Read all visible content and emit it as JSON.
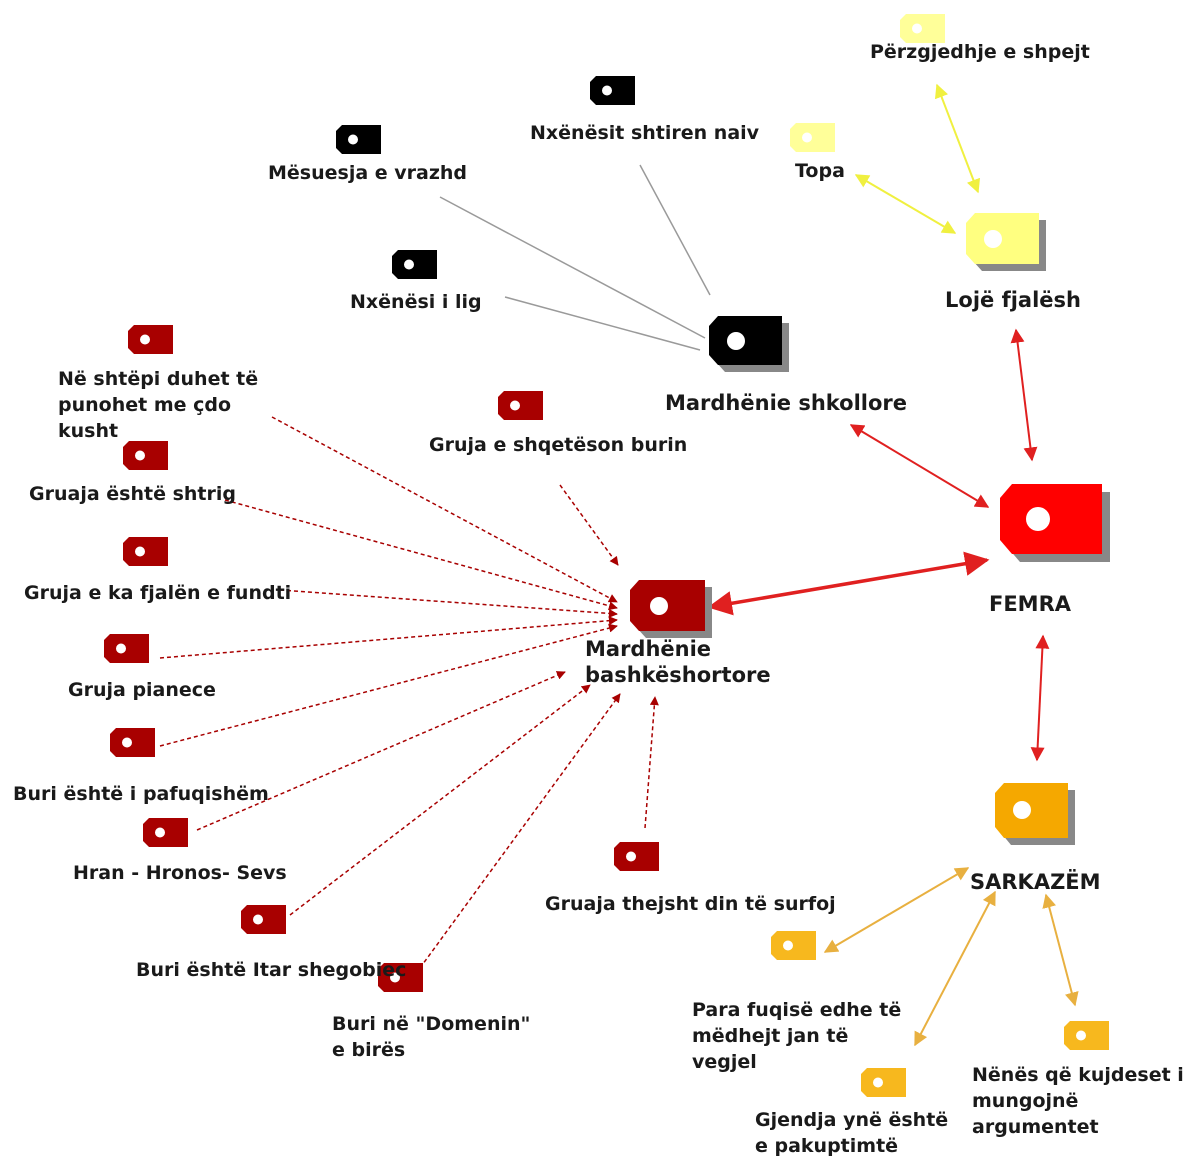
{
  "colors": {
    "red": "#ff0000",
    "dark_red": "#a80000",
    "black": "#000000",
    "yellow": "#ffff80",
    "light_yellow": "#ffff99",
    "orange": "#f5a800",
    "light_orange": "#f7b81e",
    "gray_line": "#9a9a9a",
    "yellow_arrow": "#f0f040",
    "orange_arrow": "#e8b040",
    "red_arrow": "#e02020"
  },
  "icon": "tag-icon",
  "nodes": {
    "femra": "FEMRA",
    "mardhenie_shkollore": "Mardhënie shkollore",
    "loje_fjalesh": "Lojë fjalësh",
    "sarkazem": "SARKAZËM",
    "mardhenie_bashkeshortore": "Mardhënie bashkëshortore",
    "mesuesja": "Mësuesja e vrazhd",
    "nxenesit": "Nxënësit shtiren naiv",
    "nxenesi": "Nxënësi i lig",
    "perzgjedhje": "Përzgjedhje e shpejt",
    "topa": "Topa",
    "shtepi": "Në shtëpi duhet të punohet me çdo kusht",
    "gruja_shqeteson": "Gruja e shqetëson burin",
    "shtrig": "Gruaja është shtrig",
    "fjalen": "Gruja e ka fjalën e fundti",
    "pianece": "Gruja pianece",
    "pafuqishem": "Buri është i pafuqishëm",
    "hran": "Hran - Hronos- Sevs",
    "itar": "Buri është Itar shegobiec",
    "domenin": "Buri në \"Domenin\" e birës",
    "surfoj": "Gruaja thejsht din të surfoj",
    "fuqise": "Para fuqisë edhe të mëdhejt jan të vegjel",
    "gjendja": "Gjendja ynë është e pakuptimtë",
    "nenes": "Nënës që kujdeset i mungojnë argumentet"
  }
}
